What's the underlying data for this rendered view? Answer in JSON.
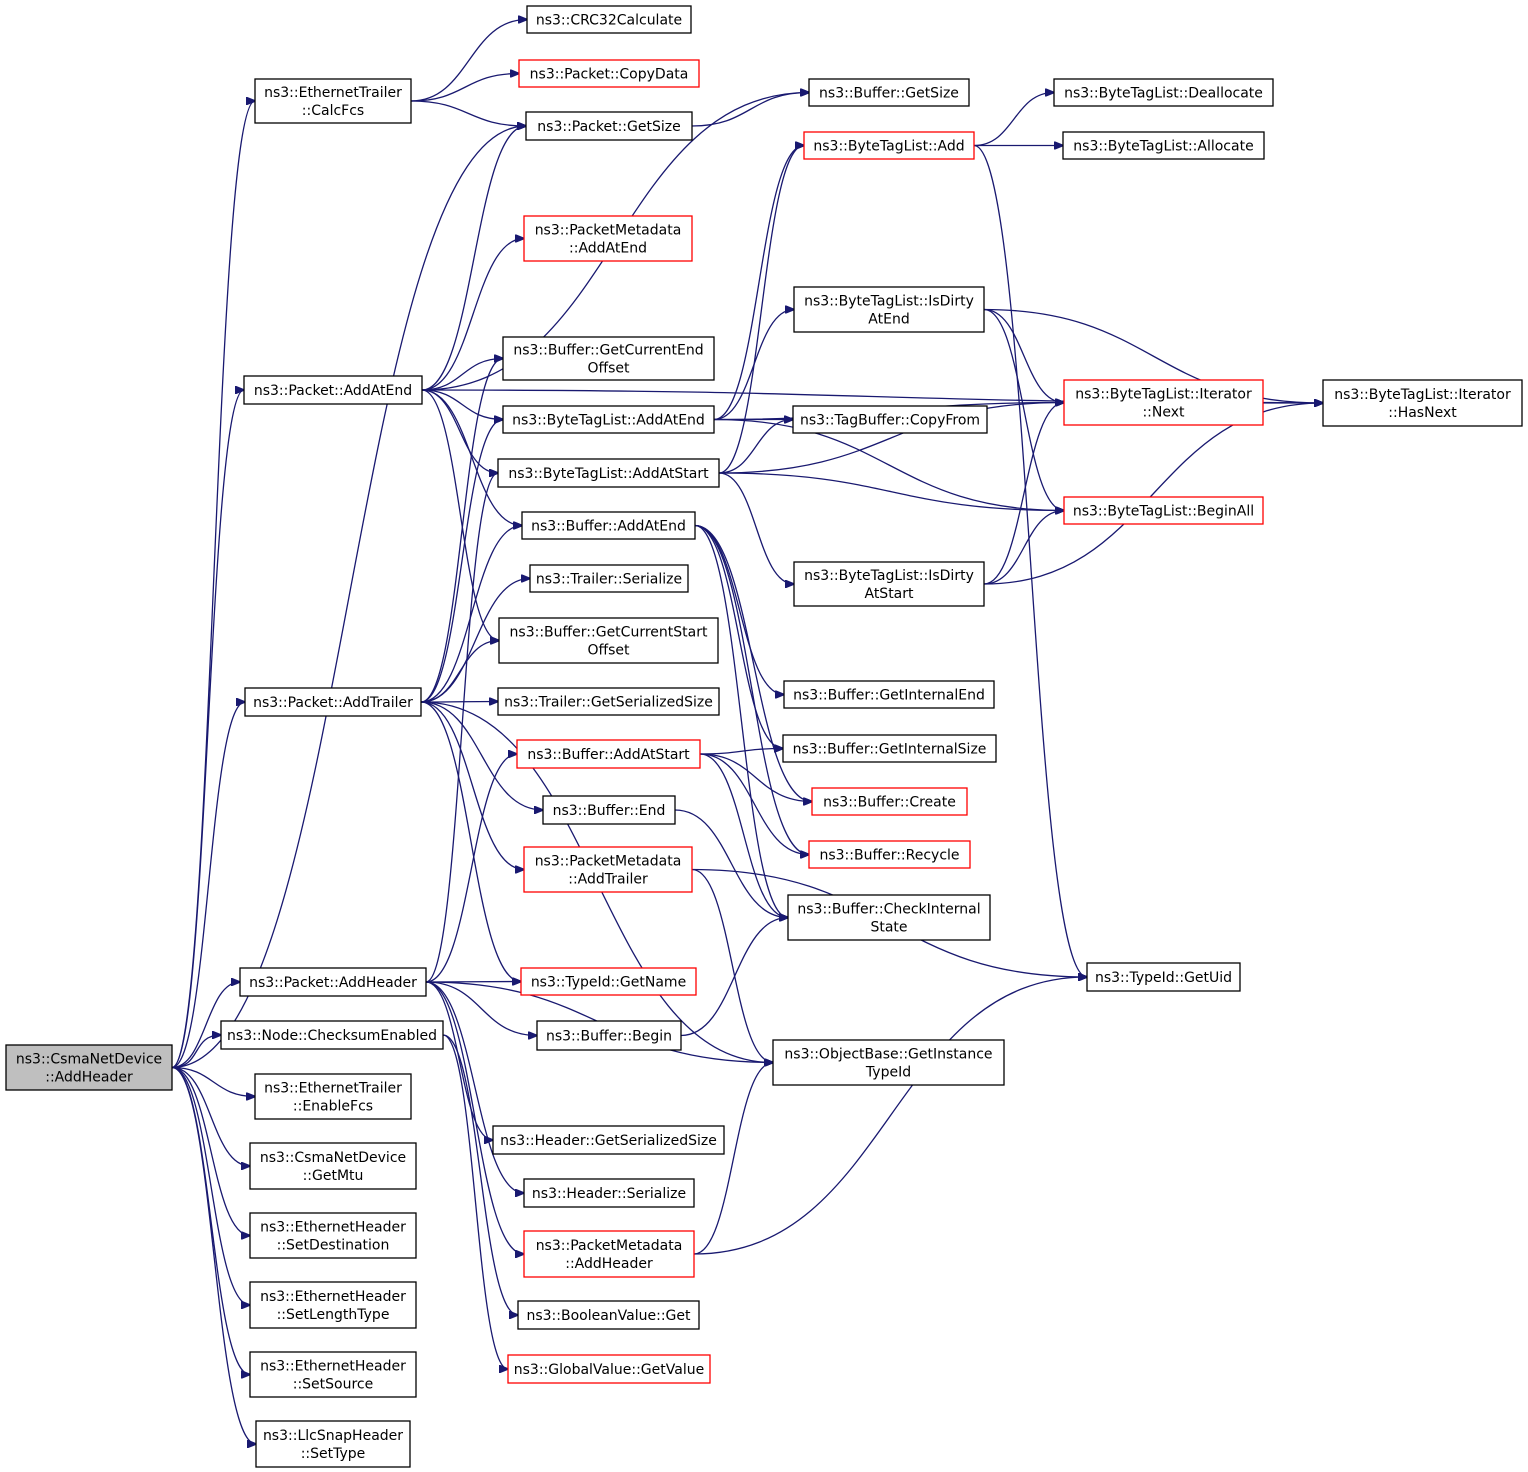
{
  "colors": {
    "edge": "#191970",
    "border_default": "#000000",
    "border_incomplete": "#ff0000",
    "root_fill": "#bfbfbf"
  },
  "nodes": [
    {
      "id": "root",
      "lines": [
        "ns3::CsmaNetDevice",
        "::AddHeader"
      ],
      "root": true
    },
    {
      "id": "crc32",
      "lines": [
        "ns3::CRC32Calculate"
      ]
    },
    {
      "id": "calcfcs",
      "lines": [
        "ns3::EthernetTrailer",
        "::CalcFcs"
      ]
    },
    {
      "id": "copydata",
      "lines": [
        "ns3::Packet::CopyData"
      ],
      "red": true
    },
    {
      "id": "pgetsize",
      "lines": [
        "ns3::Packet::GetSize"
      ]
    },
    {
      "id": "bgetsize",
      "lines": [
        "ns3::Buffer::GetSize"
      ]
    },
    {
      "id": "dealloc",
      "lines": [
        "ns3::ByteTagList::Deallocate"
      ]
    },
    {
      "id": "btladd",
      "lines": [
        "ns3::ByteTagList::Add"
      ],
      "red": true
    },
    {
      "id": "alloc",
      "lines": [
        "ns3::ByteTagList::Allocate"
      ]
    },
    {
      "id": "pmaddatend",
      "lines": [
        "ns3::PacketMetadata",
        "::AddAtEnd"
      ],
      "red": true
    },
    {
      "id": "isdirtyend",
      "lines": [
        "ns3::ByteTagList::IsDirty",
        "AtEnd"
      ]
    },
    {
      "id": "bgcendoff",
      "lines": [
        "ns3::Buffer::GetCurrentEnd",
        "Offset"
      ]
    },
    {
      "id": "paddatend",
      "lines": [
        "ns3::Packet::AddAtEnd"
      ]
    },
    {
      "id": "itnext",
      "lines": [
        "ns3::ByteTagList::Iterator",
        "::Next"
      ],
      "red": true
    },
    {
      "id": "ithasnext",
      "lines": [
        "ns3::ByteTagList::Iterator",
        "::HasNext"
      ]
    },
    {
      "id": "btladdatend",
      "lines": [
        "ns3::ByteTagList::AddAtEnd"
      ]
    },
    {
      "id": "tbcopyfrom",
      "lines": [
        "ns3::TagBuffer::CopyFrom"
      ]
    },
    {
      "id": "btladdatstart",
      "lines": [
        "ns3::ByteTagList::AddAtStart"
      ]
    },
    {
      "id": "beginall",
      "lines": [
        "ns3::ByteTagList::BeginAll"
      ],
      "red": true
    },
    {
      "id": "baddatend",
      "lines": [
        "ns3::Buffer::AddAtEnd"
      ]
    },
    {
      "id": "isdirtystart",
      "lines": [
        "ns3::ByteTagList::IsDirty",
        "AtStart"
      ]
    },
    {
      "id": "trserialize",
      "lines": [
        "ns3::Trailer::Serialize"
      ]
    },
    {
      "id": "bgcstartoff",
      "lines": [
        "ns3::Buffer::GetCurrentStart",
        "Offset"
      ]
    },
    {
      "id": "bgetintend",
      "lines": [
        "ns3::Buffer::GetInternalEnd"
      ]
    },
    {
      "id": "paddtrailer",
      "lines": [
        "ns3::Packet::AddTrailer"
      ]
    },
    {
      "id": "trgetsersize",
      "lines": [
        "ns3::Trailer::GetSerializedSize"
      ]
    },
    {
      "id": "baddatstart",
      "lines": [
        "ns3::Buffer::AddAtStart"
      ],
      "red": true
    },
    {
      "id": "bgetintsize",
      "lines": [
        "ns3::Buffer::GetInternalSize"
      ]
    },
    {
      "id": "bcreate",
      "lines": [
        "ns3::Buffer::Create"
      ],
      "red": true
    },
    {
      "id": "bend",
      "lines": [
        "ns3::Buffer::End"
      ]
    },
    {
      "id": "brecycle",
      "lines": [
        "ns3::Buffer::Recycle"
      ],
      "red": true
    },
    {
      "id": "pmaddtrailer",
      "lines": [
        "ns3::PacketMetadata",
        "::AddTrailer"
      ],
      "red": true
    },
    {
      "id": "bcheckint",
      "lines": [
        "ns3::Buffer::CheckInternal",
        "State"
      ]
    },
    {
      "id": "paddheader",
      "lines": [
        "ns3::Packet::AddHeader"
      ]
    },
    {
      "id": "typeidname",
      "lines": [
        "ns3::TypeId::GetName"
      ],
      "red": true
    },
    {
      "id": "typeiduid",
      "lines": [
        "ns3::TypeId::GetUid"
      ]
    },
    {
      "id": "nodechecksum",
      "lines": [
        "ns3::Node::ChecksumEnabled"
      ]
    },
    {
      "id": "bbegin",
      "lines": [
        "ns3::Buffer::Begin"
      ]
    },
    {
      "id": "obgetinst",
      "lines": [
        "ns3::ObjectBase::GetInstance",
        "TypeId"
      ]
    },
    {
      "id": "enablefcs",
      "lines": [
        "ns3::EthernetTrailer",
        "::EnableFcs"
      ]
    },
    {
      "id": "hgetsersize",
      "lines": [
        "ns3::Header::GetSerializedSize"
      ]
    },
    {
      "id": "getmtu",
      "lines": [
        "ns3::CsmaNetDevice",
        "::GetMtu"
      ]
    },
    {
      "id": "hserialize",
      "lines": [
        "ns3::Header::Serialize"
      ]
    },
    {
      "id": "setdest",
      "lines": [
        "ns3::EthernetHeader",
        "::SetDestination"
      ]
    },
    {
      "id": "pmaddheader",
      "lines": [
        "ns3::PacketMetadata",
        "::AddHeader"
      ],
      "red": true
    },
    {
      "id": "setlentype",
      "lines": [
        "ns3::EthernetHeader",
        "::SetLengthType"
      ]
    },
    {
      "id": "boolget",
      "lines": [
        "ns3::BooleanValue::Get"
      ]
    },
    {
      "id": "setsource",
      "lines": [
        "ns3::EthernetHeader",
        "::SetSource"
      ]
    },
    {
      "id": "gvgetvalue",
      "lines": [
        "ns3::GlobalValue::GetValue"
      ],
      "red": true
    },
    {
      "id": "settype",
      "lines": [
        "ns3::LlcSnapHeader",
        "::SetType"
      ]
    }
  ],
  "edges": [
    [
      "root",
      "calcfcs"
    ],
    [
      "root",
      "pgetsize"
    ],
    [
      "root",
      "paddatend"
    ],
    [
      "root",
      "paddtrailer"
    ],
    [
      "root",
      "paddheader"
    ],
    [
      "root",
      "nodechecksum"
    ],
    [
      "root",
      "enablefcs"
    ],
    [
      "root",
      "getmtu"
    ],
    [
      "root",
      "setdest"
    ],
    [
      "root",
      "setlentype"
    ],
    [
      "root",
      "setsource"
    ],
    [
      "root",
      "settype"
    ],
    [
      "calcfcs",
      "crc32"
    ],
    [
      "calcfcs",
      "copydata"
    ],
    [
      "calcfcs",
      "pgetsize"
    ],
    [
      "pgetsize",
      "bgetsize"
    ],
    [
      "paddatend",
      "pgetsize"
    ],
    [
      "paddatend",
      "bgetsize"
    ],
    [
      "paddatend",
      "pmaddatend"
    ],
    [
      "paddatend",
      "bgcendoff"
    ],
    [
      "paddatend",
      "btladdatend"
    ],
    [
      "paddatend",
      "btladdatstart"
    ],
    [
      "paddatend",
      "baddatend"
    ],
    [
      "paddatend",
      "bgcstartoff"
    ],
    [
      "paddatend",
      "ithasnext"
    ],
    [
      "btladd",
      "dealloc"
    ],
    [
      "btladd",
      "alloc"
    ],
    [
      "btladd",
      "typeiduid"
    ],
    [
      "btladdatend",
      "btladd"
    ],
    [
      "btladdatend",
      "isdirtyend"
    ],
    [
      "btladdatend",
      "itnext"
    ],
    [
      "btladdatend",
      "tbcopyfrom"
    ],
    [
      "btladdatend",
      "beginall"
    ],
    [
      "btladdatstart",
      "btladd"
    ],
    [
      "btladdatstart",
      "itnext"
    ],
    [
      "btladdatstart",
      "tbcopyfrom"
    ],
    [
      "btladdatstart",
      "beginall"
    ],
    [
      "btladdatstart",
      "isdirtystart"
    ],
    [
      "isdirtyend",
      "itnext"
    ],
    [
      "isdirtyend",
      "ithasnext"
    ],
    [
      "isdirtyend",
      "beginall"
    ],
    [
      "isdirtystart",
      "itnext"
    ],
    [
      "isdirtystart",
      "beginall"
    ],
    [
      "isdirtystart",
      "ithasnext"
    ],
    [
      "itnext",
      "ithasnext"
    ],
    [
      "baddatend",
      "bgetintend"
    ],
    [
      "baddatend",
      "bgetintsize"
    ],
    [
      "baddatend",
      "bcreate"
    ],
    [
      "baddatend",
      "brecycle"
    ],
    [
      "baddatend",
      "bcheckint"
    ],
    [
      "paddtrailer",
      "bgcendoff"
    ],
    [
      "paddtrailer",
      "btladdatend"
    ],
    [
      "paddtrailer",
      "baddatend"
    ],
    [
      "paddtrailer",
      "trserialize"
    ],
    [
      "paddtrailer",
      "bgcstartoff"
    ],
    [
      "paddtrailer",
      "trgetsersize"
    ],
    [
      "paddtrailer",
      "bend"
    ],
    [
      "paddtrailer",
      "pmaddtrailer"
    ],
    [
      "paddtrailer",
      "typeidname"
    ],
    [
      "paddtrailer",
      "obgetinst"
    ],
    [
      "baddatstart",
      "bgetintsize"
    ],
    [
      "baddatstart",
      "bcreate"
    ],
    [
      "baddatstart",
      "brecycle"
    ],
    [
      "baddatstart",
      "bcheckint"
    ],
    [
      "bend",
      "bcheckint"
    ],
    [
      "pmaddtrailer",
      "typeiduid"
    ],
    [
      "pmaddtrailer",
      "obgetinst"
    ],
    [
      "paddheader",
      "btladdatstart"
    ],
    [
      "paddheader",
      "baddatstart"
    ],
    [
      "paddheader",
      "typeidname"
    ],
    [
      "paddheader",
      "bbegin"
    ],
    [
      "paddheader",
      "obgetinst"
    ],
    [
      "paddheader",
      "hgetsersize"
    ],
    [
      "paddheader",
      "hserialize"
    ],
    [
      "paddheader",
      "pmaddheader"
    ],
    [
      "bbegin",
      "bcheckint"
    ],
    [
      "pmaddheader",
      "typeiduid"
    ],
    [
      "pmaddheader",
      "obgetinst"
    ],
    [
      "nodechecksum",
      "boolget"
    ],
    [
      "nodechecksum",
      "gvgetvalue"
    ]
  ]
}
